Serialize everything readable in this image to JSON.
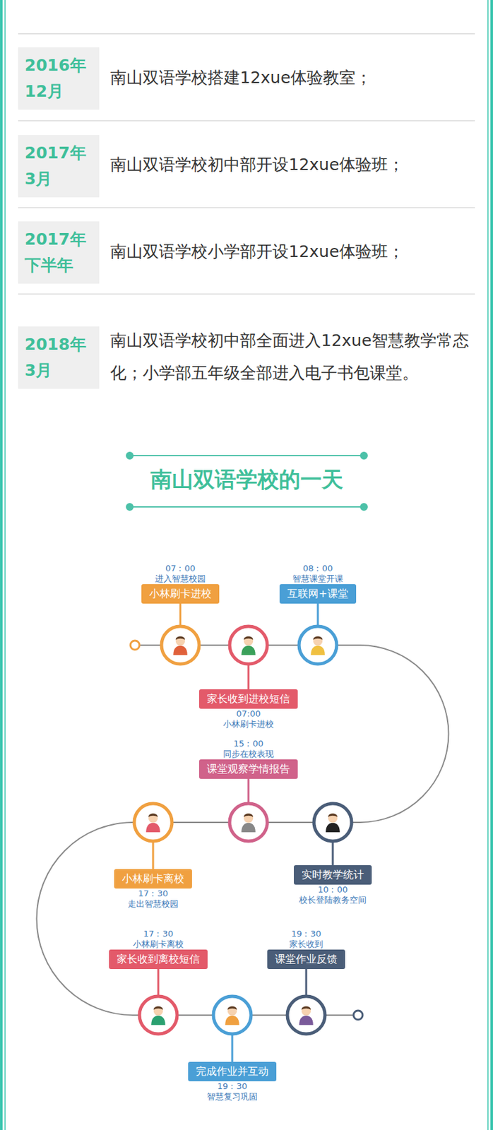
{
  "diagram": {
    "title": "南山双语学校的一天",
    "nodes": [
      {
        "text": [
          "2016年 12月"
        ]
      },
      {
        "text": [
          "2017年 3月"
        ]
      },
      {
        "text": [
          "2017年 下半年"
        ]
      },
      {
        "text": [
          "2018年 3月"
        ]
      },
      {
        "text": [
          "07：00",
          "进入智慧校园",
          "小林刷卡进校"
        ]
      },
      {
        "text": [
          "08：00",
          "智慧课堂开课",
          "互联网+课堂"
        ]
      },
      {
        "text": [
          "家长收到进校短信",
          "07:00",
          "小林刷卡进校"
        ]
      },
      {
        "text": [
          "15：00",
          "同步在校表现",
          "课堂观察学情报告"
        ]
      },
      {
        "text": [
          "小林刷卡离校",
          "17：30",
          "走出智慧校园"
        ]
      },
      {
        "text": [
          "实时教学统计",
          "10：00",
          "校长登陆教务空间"
        ]
      },
      {
        "text": [
          "17：30",
          "小林刷卡离校",
          "家长收到离校短信"
        ]
      },
      {
        "text": [
          "19：30",
          "家长收到",
          "课堂作业反馈"
        ]
      },
      {
        "text": [
          "完成作业并互动",
          "19：30",
          "智慧复习巩固"
        ]
      }
    ],
    "labels": [
      "南山双语学校搭建12xue体验教室；",
      "南山双语学校初中部开设12xue体验班；",
      "南山双语学校小学部开设12xue体验班；",
      "南山双语学校初中部全面进入12xue智慧教学常态化；小学部五年级全部进入电子书包课堂。"
    ]
  }
}
